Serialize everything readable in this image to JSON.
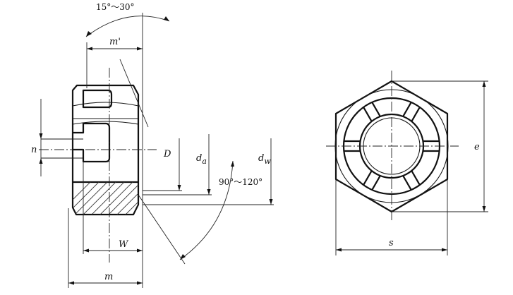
{
  "labels": {
    "angle_top": "15°～30°",
    "angle_bottom": "90°～120°",
    "m_prime": "m'",
    "n": "n",
    "D": "D",
    "d_a": "d",
    "d_a_sub": "a",
    "d_w": "d",
    "d_w_sub": "w",
    "W": "W",
    "m": "m",
    "s": "s",
    "e": "e"
  }
}
